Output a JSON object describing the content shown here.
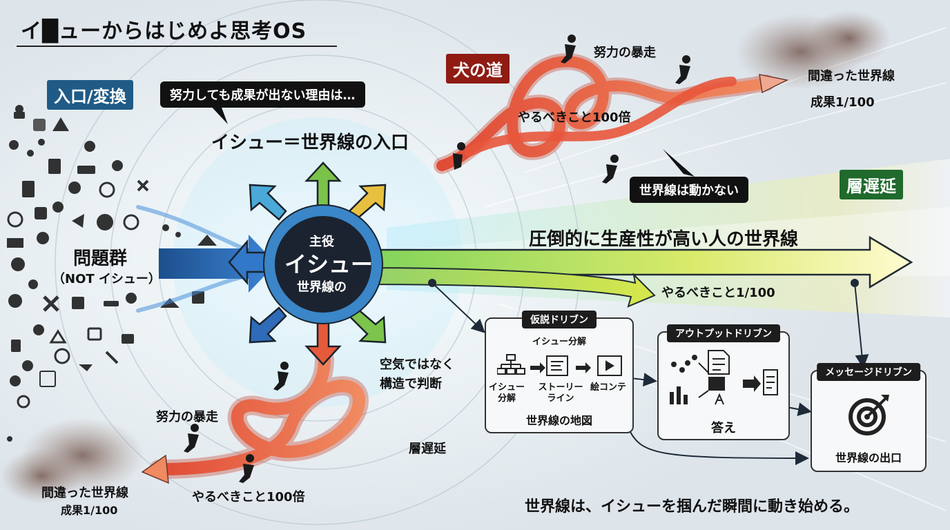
{
  "title": "イ█ューからはじめよ思考OS",
  "tags": {
    "entrance": "入口/変換",
    "dog_path": "犬の道",
    "layer_delay": "層遅延"
  },
  "bubbles": {
    "effort_question": "努力しても成果が出ない理由は…",
    "world_not_moving": "世界線は動かない"
  },
  "issue_entrance": "イシュー＝世界線の入口",
  "center": {
    "top": "主役",
    "middle": "イシュー",
    "bottom": "世界線の"
  },
  "problem_group": {
    "title": "問題群",
    "subtitle": "（NOT イシュー）"
  },
  "top_path": {
    "effort_runaway": "努力の暴走",
    "todo_100x": "やるべきこと100倍",
    "wrong_world": "間違った世界線",
    "result": "成果1/100"
  },
  "bottom_path": {
    "effort_runaway": "努力の暴走",
    "todo_100x": "やるべきこと100倍",
    "wrong_world": "間違った世界線",
    "result": "成果1/100",
    "layer_delay": "層遅延"
  },
  "main_arrow": "圧倒的に生産性が高い人の世界線",
  "todo_1_100": "やるべきこと1/100",
  "judge": {
    "line1": "空気ではなく",
    "line2": "構造で判断"
  },
  "hypothesis_box": {
    "head": "仮説ドリブン",
    "sub": "イシュー分解",
    "step1a": "イシュー",
    "step1b": "分解",
    "step2a": "ストーリー",
    "step2b": "ライン",
    "step3": "絵コンテ",
    "footer": "世界線の地図"
  },
  "output_box": {
    "head": "アウトプットドリブン",
    "footer": "答え"
  },
  "message_box": {
    "head": "メッセージドリブン",
    "footer": "世界線の出口"
  },
  "tagline": "世界線は、イシューを掴んだ瞬間に動き始める。",
  "colors": {
    "blue_tag": "#1f5b86",
    "red_tag": "#8f1b13",
    "green_tag": "#1f6a2c",
    "red_path": "#e85a3c",
    "main_arrow": "#f2f08a"
  }
}
